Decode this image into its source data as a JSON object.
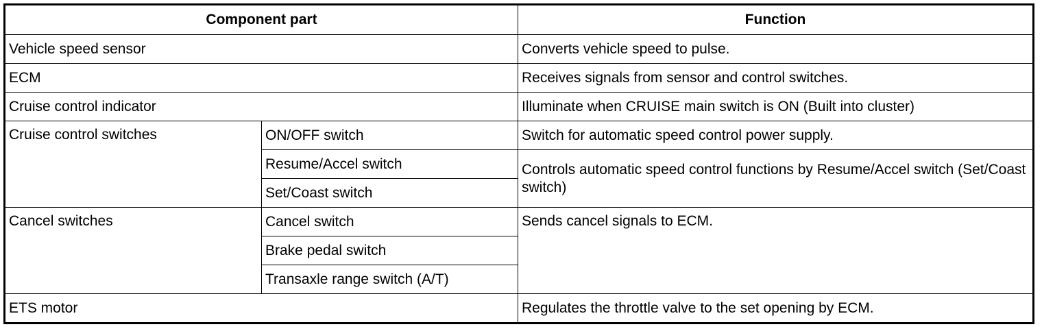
{
  "headers": {
    "component": "Component part",
    "function": "Function"
  },
  "rows": [
    {
      "component": "Vehicle speed sensor",
      "function": "Converts vehicle speed to pulse."
    },
    {
      "component": "ECM",
      "function": "Receives signals from sensor and control switches."
    },
    {
      "component": "Cruise control indicator",
      "function": "Illuminate when CRUISE main switch is ON (Built into cluster)"
    },
    {
      "component": "Cruise control switches",
      "subparts": [
        "ON/OFF switch",
        "Resume/Accel switch",
        "Set/Coast switch"
      ],
      "functions": [
        "Switch for automatic speed control power supply.",
        "Controls automatic speed control functions by Resume/Accel switch (Set/Coast switch)"
      ]
    },
    {
      "component": "Cancel switches",
      "subparts": [
        "Cancel switch",
        "Brake pedal switch",
        "Transaxle range switch (A/T)"
      ],
      "function": "Sends cancel signals to ECM."
    },
    {
      "component": "ETS motor",
      "function": "Regulates the throttle valve to the set opening by ECM."
    }
  ]
}
